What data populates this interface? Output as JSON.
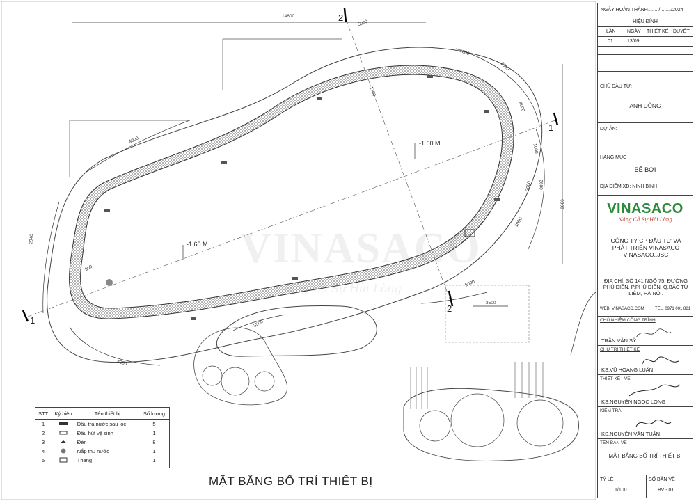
{
  "title_block": {
    "completion_label": "NGÀY HOÀN THÀNH",
    "completion_value": "......../......../2024",
    "revision_header": "HIỆU ĐÍNH",
    "rev_cols": [
      "LẦN",
      "NGÀY",
      "THIẾT KẾ",
      "DUYỆT"
    ],
    "rev_row": [
      "01",
      "13/09",
      "",
      ""
    ],
    "owner_label": "CHỦ ĐẦU TƯ:",
    "owner_value": "ANH DŨNG",
    "project_label": "DỰ ÁN:",
    "item_label": "HẠNG MỤC",
    "item_value": "BỂ BƠI",
    "location_label": "ĐỊA ĐIỂM XD: NINH BÌNH",
    "logo_text": "VINASACO",
    "logo_tagline": "Nâng Cả Sự Hài Lòng",
    "company_name": "CÔNG TY CP ĐẦU TƯ VÀ PHÁT TRIỂN VINASACO VINASACO.,JSC",
    "address": "ĐỊA CHỈ: SỐ 141 NGÕ 75, ĐƯỜNG PHÚ DIỄN, P.PHÚ DIỄN, Q.BẮC TỪ LIÊM, HÀ NỘI.",
    "web": "WEB: VINASACO.COM",
    "tel": "TEL: 0971 001 881",
    "roles": [
      {
        "role": "CHỦ NHIỆM CÔNG TRÌNH",
        "name": "TRẦN VĂN SỸ"
      },
      {
        "role": "CHỦ TRÌ THIẾT KẾ",
        "name": "KS.VŨ HOÀNG LUÂN"
      },
      {
        "role": "THIẾT KẾ - VẼ",
        "name": "KS.NGUYỄN NGỌC LONG"
      },
      {
        "role": "KIỂM TRA",
        "name": "KS.NGUYỄN VĂN TUẤN"
      }
    ],
    "drawing_name_label": "TÊN BẢN VẼ",
    "drawing_name": "MẶT BẰNG BỐ TRÍ THIẾT BỊ",
    "scale_label": "TỶ LỆ",
    "scale_value": "1/100",
    "sheet_label": "SỐ BẢN VẼ",
    "sheet_value": "BV - 01"
  },
  "legend": {
    "headers": [
      "STT",
      "Ký hiệu",
      "Tên thiết bị",
      "Số lượng"
    ],
    "rows": [
      {
        "no": "1",
        "icon": "return-nozzle-icon",
        "name": "Đầu trả nước sau lọc",
        "qty": "5"
      },
      {
        "no": "2",
        "icon": "vacuum-inlet-icon",
        "name": "Đầu hút vệ sinh",
        "qty": "1"
      },
      {
        "no": "3",
        "icon": "pool-light-icon",
        "name": "Đèn",
        "qty": "8"
      },
      {
        "no": "4",
        "icon": "main-drain-icon",
        "name": "Nắp thu nước",
        "qty": "1"
      },
      {
        "no": "5",
        "icon": "ladder-icon",
        "name": "Thang",
        "qty": "1"
      }
    ]
  },
  "drawing": {
    "sheet_title": "MẶT BẰNG BỐ TRÍ THIẾT BỊ",
    "depth_labels": [
      "-1.60 M",
      "-1.60 M"
    ],
    "section_marks": [
      "1",
      "1",
      "2",
      "2"
    ],
    "dimensions": [
      "14600",
      "4000",
      "1000",
      "3000",
      "5000",
      "1700",
      "4000",
      "1000",
      "2600",
      "2000",
      "1000",
      "9000",
      "2940",
      "900",
      "4380",
      "3500",
      "5000",
      "3500"
    ],
    "watermark": "VINASACO",
    "watermark_sub": "Nâng Cả Sự Hài Lòng"
  }
}
